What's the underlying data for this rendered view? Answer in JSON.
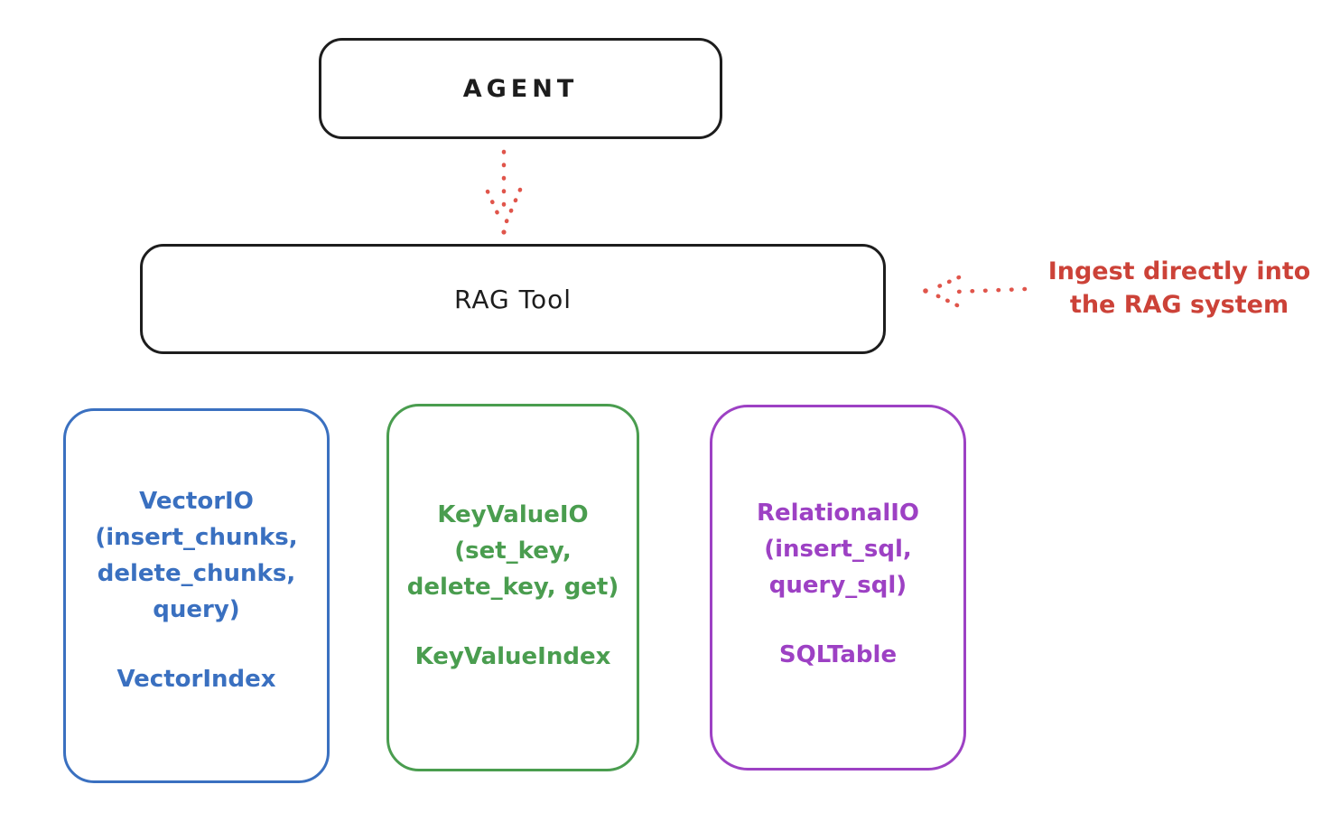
{
  "agent_box": {
    "label": "AGENT",
    "stroke_color": "#1d1d1d"
  },
  "rag_tool_box": {
    "label": "RAG Tool",
    "stroke_color": "#1d1d1d"
  },
  "agent_to_rag_arrow": {
    "style": "dotted",
    "direction": "down",
    "color": "#e0554b"
  },
  "ingest_annotation": {
    "line1": "Ingest directly into",
    "line2": "the RAG system",
    "text_color": "#cc4238",
    "arrow_style": "dotted",
    "arrow_direction": "left",
    "arrow_color": "#e0554b"
  },
  "io_boxes": [
    {
      "id": "vector-io",
      "color": "#3a70c0",
      "title": "VectorIO",
      "params_line1": "(insert_chunks,",
      "params_line2": "delete_chunks,",
      "params_line3": "query)",
      "index_label": "VectorIndex"
    },
    {
      "id": "keyvalue-io",
      "color": "#4a9d4f",
      "title": "KeyValueIO",
      "params_line1": "(set_key,",
      "params_line2": "delete_key, get)",
      "index_label": "KeyValueIndex"
    },
    {
      "id": "relational-io",
      "color": "#9d41c4",
      "title": "RelationalIO",
      "params_line1": "(insert_sql,",
      "params_line2": "query_sql)",
      "index_label": "SQLTable"
    }
  ]
}
